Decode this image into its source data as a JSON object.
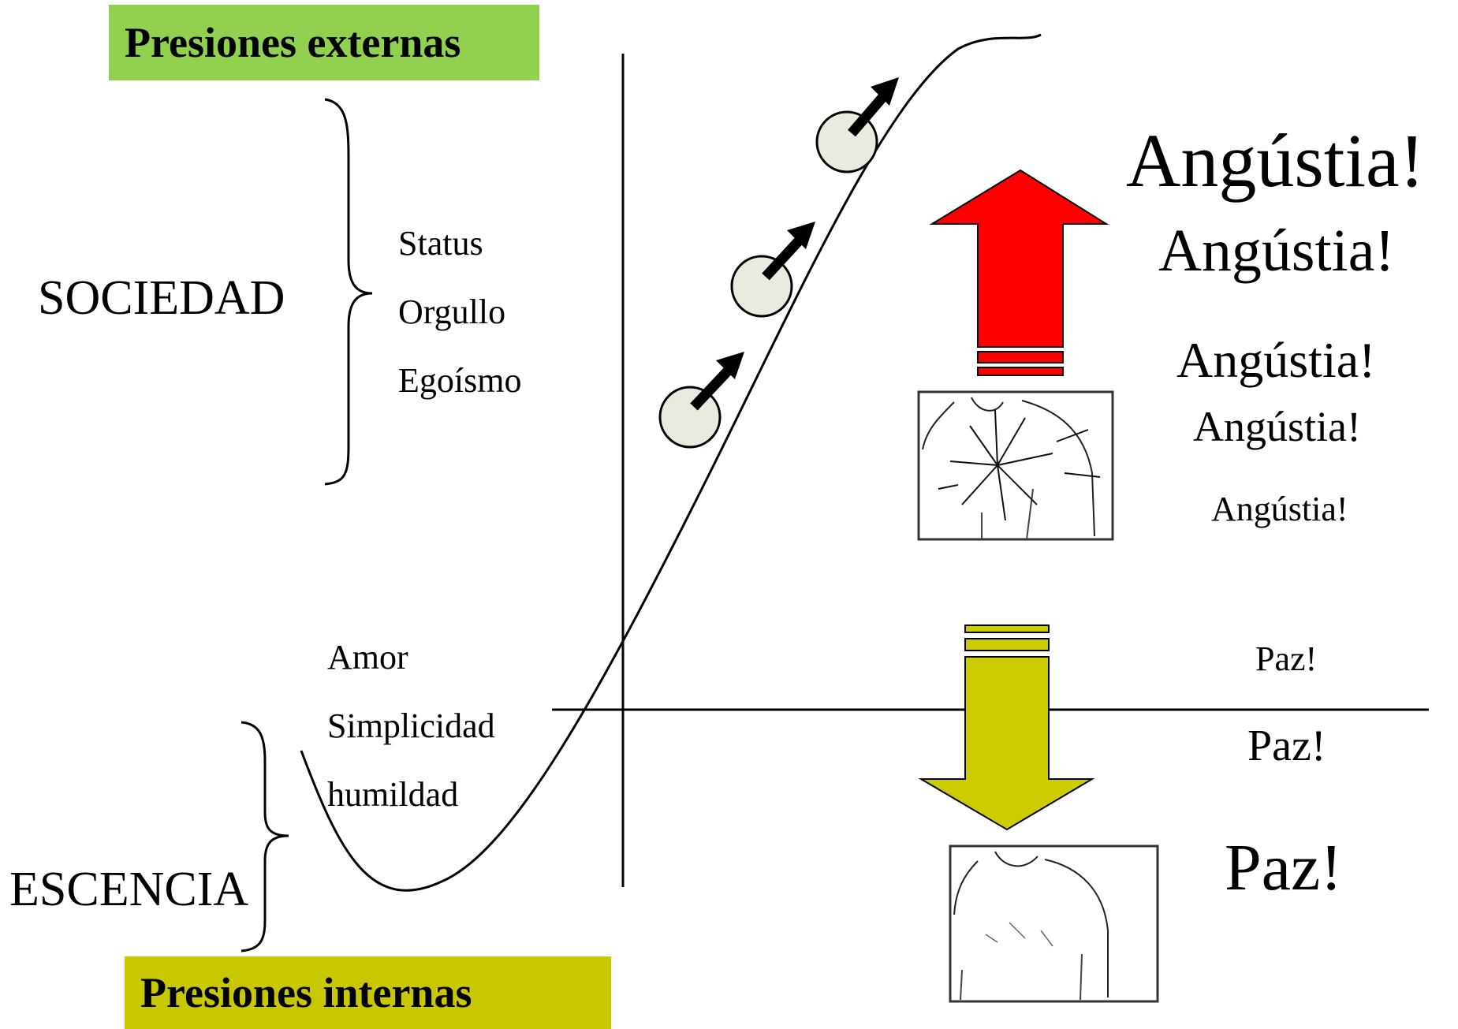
{
  "headers": {
    "external": "Presiones externas",
    "internal": "Presiones internas"
  },
  "groups": {
    "society": "SOCIEDAD",
    "essence": "ESCENCIA"
  },
  "society_items": [
    "Status",
    "Orgullo",
    "Egoísmo"
  ],
  "essence_items": [
    "Amor",
    "Simplicidad",
    "humildad"
  ],
  "anguish_label": "Angústia!",
  "peace_label": "Paz!",
  "colors": {
    "external_header": "#92d050",
    "internal_header": "#c8c800",
    "up_arrow": "#ff0000",
    "down_arrow": "#cccc00",
    "ball_fill": "#ebeae0"
  },
  "icons": {
    "torso_cracked": "cracked-chest-icon",
    "torso_calm": "calm-chest-icon"
  }
}
